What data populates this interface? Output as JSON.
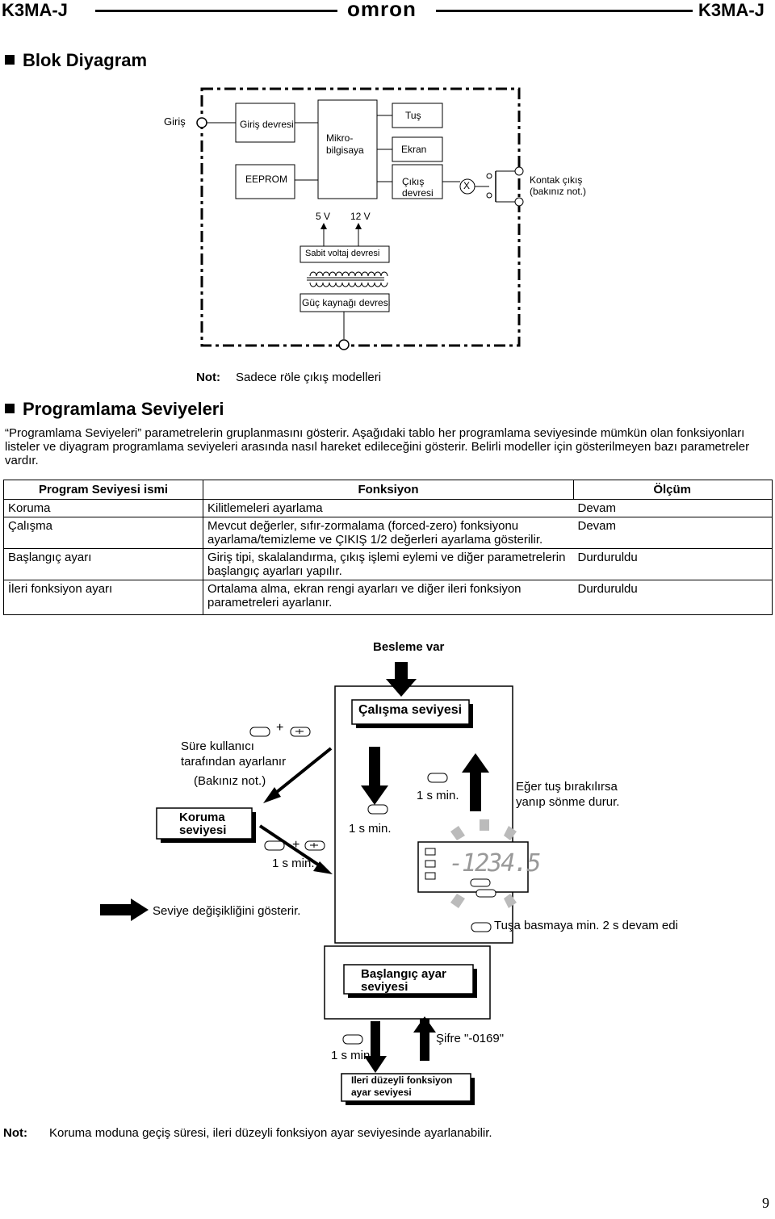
{
  "header": {
    "left": "K3MA-J",
    "logo": "omron",
    "right": "K3MA-J"
  },
  "block": {
    "title": "Blok Diyagram",
    "input": "Giriş",
    "input_circuit": "Giriş devresi",
    "micro": [
      "Mikro-",
      "bilgisaya"
    ],
    "key": "Tuş",
    "display": "Ekran",
    "eeprom": "EEPROM",
    "output": [
      "Çıkış",
      "devresi"
    ],
    "x_mark": "X",
    "contact": [
      "Kontak çıkış",
      "(bakınız not.)"
    ],
    "v5": "5 V",
    "v12": "12 V",
    "regulator": "Sabit voltaj devresi",
    "power": "Güç kaynağı devresi",
    "note_label": "Not:",
    "note_text": "Sadece röle çıkış modelleri"
  },
  "levels": {
    "title": "Programlama Seviyeleri",
    "intro": "“Programlama Seviyeleri” parametrelerin gruplanmasını gösterir. Aşağıdaki tablo her programlama seviyesinde mümkün olan fonksiyonları listeler ve diyagram programlama seviyeleri arasında nasıl hareket edileceğini gösterir. Belirli modeller için gösterilmeyen bazı parametreler vardır.",
    "table": {
      "headers": [
        "Program Seviyesi ismi",
        "Fonksiyon",
        "Ölçüm"
      ],
      "rows": [
        [
          "Koruma",
          "Kilitlemeleri ayarlama",
          "Devam"
        ],
        [
          "Çalışma",
          "Mevcut değerler, sıfır-zormalama (forced-zero) fonksiyonu ayarlama/temizleme ve ÇIKIŞ 1/2 değerleri ayarlama gösterilir.",
          "Devam"
        ],
        [
          "Başlangıç ayarı",
          "Giriş tipi, skalalandırma, çıkış işlemi eylemi ve diğer parametrelerin başlangıç ayarları yapılır.",
          "Durduruldu"
        ],
        [
          "İleri fonksiyon ayarı",
          "Ortalama alma, ekran rengi ayarları ve diğer ileri fonksiyon parametreleri ayarlanır.",
          "Durduruldu"
        ]
      ]
    }
  },
  "flow": {
    "power_on": "Besleme var",
    "run_level": "Çalışma seviyesi",
    "plus1": "+",
    "user_set": [
      "Süre kullanıcı",
      "tarafından ayarlanır"
    ],
    "see_note": "(Bakınız not.)",
    "protect": [
      "Koruma",
      "seviyesi"
    ],
    "plus2": "+",
    "t1": "1 s min.",
    "t2": "1 s min.",
    "t3": "1 s min.",
    "t4": "1 s min.",
    "blink": [
      "Eğer tuş bırakılırsa",
      "yanıp sönme durur."
    ],
    "display_value": "-1234.5",
    "legend": "Seviye değişikliğini gösterir.",
    "hold": "Tuşa basmaya min. 2 s devam edi",
    "initial": [
      "Başlangıç ayar",
      "seviyesi"
    ],
    "password": "Şifre \"-0169\"",
    "advanced": [
      "Ileri düzeyli fonksiyon",
      "ayar seviyesi"
    ]
  },
  "footer": {
    "note_label": "Not:",
    "note_text": "Koruma moduna geçiş süresi, ileri düzeyli fonksiyon ayar seviyesinde ayarlanabilir.",
    "page": "9"
  }
}
